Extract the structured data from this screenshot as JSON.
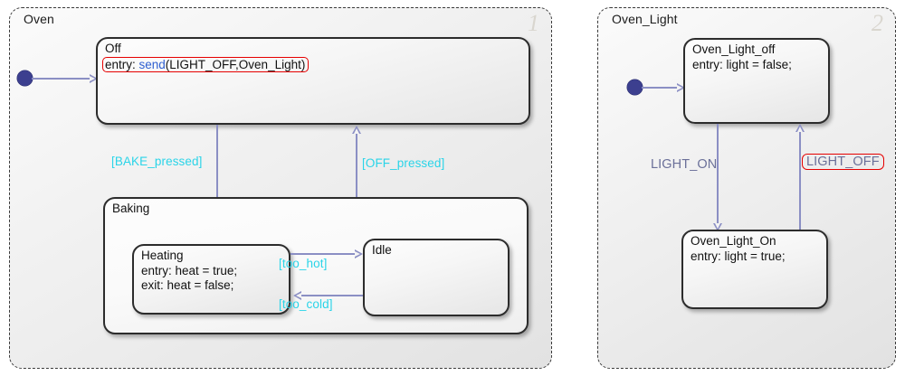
{
  "charts": [
    {
      "name": "Oven",
      "number": "1",
      "states": [
        {
          "id": "off",
          "title": "Off",
          "actions": [
            "entry: send(LIGHT_OFF,Oven_Light)"
          ],
          "highlight": true
        },
        {
          "id": "baking",
          "title": "Baking",
          "actions": []
        },
        {
          "id": "heating",
          "title": "Heating",
          "actions": [
            "entry: heat = true;",
            "exit: heat = false;"
          ]
        },
        {
          "id": "idle",
          "title": "Idle",
          "actions": []
        }
      ],
      "transitions": [
        {
          "id": "bake",
          "label": "[BAKE_pressed]",
          "from": "Off",
          "to": "Baking",
          "style": "condition"
        },
        {
          "id": "offp",
          "label": "[OFF_pressed]",
          "from": "Baking",
          "to": "Off",
          "style": "condition"
        },
        {
          "id": "toohot",
          "label": "[too_hot]",
          "from": "Heating",
          "to": "Idle",
          "style": "condition"
        },
        {
          "id": "toocold",
          "label": "[too_cold]",
          "from": "Idle",
          "to": "Heating",
          "style": "condition"
        }
      ]
    },
    {
      "name": "Oven_Light",
      "number": "2",
      "states": [
        {
          "id": "light_off",
          "title": "Oven_Light_off",
          "actions": [
            "entry: light = false;"
          ]
        },
        {
          "id": "light_on",
          "title": "Oven_Light_On",
          "actions": [
            "entry: light = true;"
          ]
        }
      ],
      "transitions": [
        {
          "id": "light_on_t",
          "label": "LIGHT_ON",
          "from": "Oven_Light_off",
          "to": "Oven_Light_On",
          "style": "event"
        },
        {
          "id": "light_off_t",
          "label": "LIGHT_OFF",
          "from": "Oven_Light_On",
          "to": "Oven_Light_off",
          "style": "event",
          "highlight": true
        }
      ]
    }
  ],
  "keyword": "send",
  "colors": {
    "condition_label": "#2ad4e8",
    "event_label": "#6b7099",
    "highlight": "#e60000",
    "transition_line": "#8b8fc4",
    "junction": "#3c3f8f",
    "keyword": "#2f5fd0",
    "state_border": "#2c2c2c"
  }
}
